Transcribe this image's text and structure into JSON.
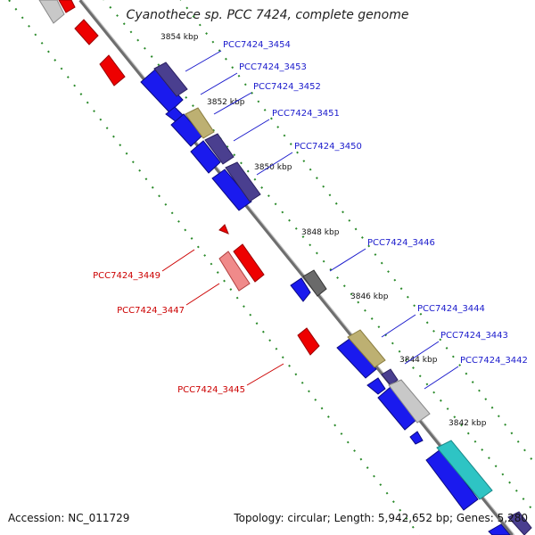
{
  "title": "Cyanothece sp. PCC 7424, complete genome",
  "footer": {
    "accession": "Accession: NC_011729",
    "summary": "Topology: circular; Length: 5,942,652 bp; Genes: 5,280"
  },
  "colors": {
    "blue": "#1a1aee",
    "navy": "#4a3f8f",
    "khaki": "#bdb072",
    "gray": "#6a6a6a",
    "lightgray": "#c8c8c8",
    "teal": "#2ec4c4",
    "red": "#ee0000",
    "pink": "#f08a8a",
    "blue_label": "#1a1acc",
    "red_label": "#cc0000",
    "tick": "#2a8a2a"
  },
  "ticks": [
    {
      "label": "3854 kbp"
    },
    {
      "label": "3852 kbp"
    },
    {
      "label": "3850 kbp"
    },
    {
      "label": "3848 kbp"
    },
    {
      "label": "3846 kbp"
    },
    {
      "label": "3844 kbp"
    },
    {
      "label": "3842 kbp"
    }
  ],
  "gene_labels": [
    {
      "text": "PCC7424_3454",
      "strand": "forward"
    },
    {
      "text": "PCC7424_3453",
      "strand": "forward"
    },
    {
      "text": "PCC7424_3452",
      "strand": "forward"
    },
    {
      "text": "PCC7424_3451",
      "strand": "forward"
    },
    {
      "text": "PCC7424_3450",
      "strand": "forward"
    },
    {
      "text": "PCC7424_3446",
      "strand": "forward"
    },
    {
      "text": "PCC7424_3444",
      "strand": "forward"
    },
    {
      "text": "PCC7424_3443",
      "strand": "forward"
    },
    {
      "text": "PCC7424_3442",
      "strand": "forward"
    },
    {
      "text": "PCC7424_3449",
      "strand": "reverse"
    },
    {
      "text": "PCC7424_3447",
      "strand": "reverse"
    },
    {
      "text": "PCC7424_3445",
      "strand": "reverse"
    }
  ]
}
